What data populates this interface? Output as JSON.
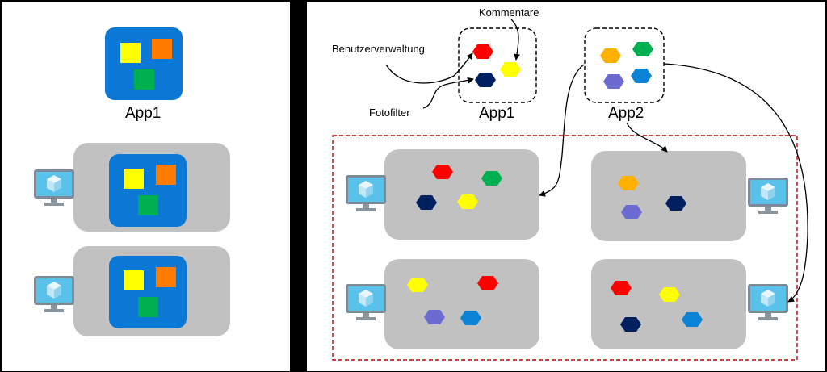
{
  "left_panel": {
    "app_label": "App1"
  },
  "right_panel": {
    "app1_label": "App1",
    "app2_label": "App2",
    "callouts": {
      "comments": "Kommentare",
      "user_management": "Benutzerverwaltung",
      "photo_filter": "Fotofilter"
    }
  },
  "colors": {
    "app_tile_blue": "#0a78d4",
    "host_gray": "#c1c1c1",
    "cluster_border": "#c00000",
    "yellow": "#ffff00",
    "orange": "#ff7c00",
    "green": "#00b050",
    "red": "#ff0000",
    "navy": "#002060",
    "gold": "#ffb000",
    "purple": "#6b6bd1",
    "blue": "#0b83d4"
  }
}
